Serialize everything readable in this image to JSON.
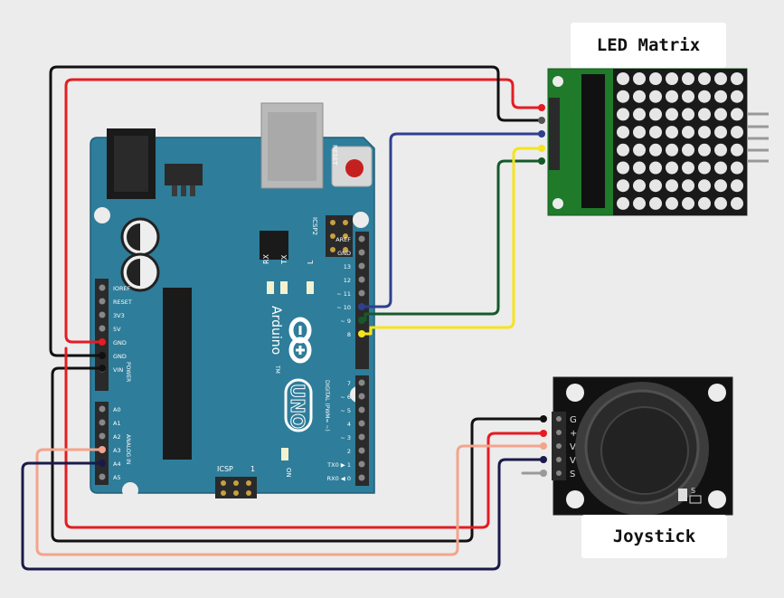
{
  "labels": {
    "led_matrix": "LED Matrix",
    "joystick": "Joystick"
  },
  "arduino": {
    "reset": "RESET",
    "icsp2": "ICSP2",
    "icsp": "ICSP",
    "rx": "RX",
    "tx": "TX",
    "l": "L",
    "on": "ON",
    "logo": "Arduino",
    "model": "UNO",
    "tm": "TM",
    "power_header": "POWER",
    "analog_header": "ANALOG IN",
    "digital_header": "DIGITAL (PWM= ~)",
    "power_pins": [
      "IOREF",
      "RESET",
      "3V3",
      "5V",
      "GND",
      "GND",
      "VIN"
    ],
    "analog_pins": [
      "A0",
      "A1",
      "A2",
      "A3",
      "A4",
      "A5"
    ],
    "digital_top": [
      "AREF",
      "GND",
      "13",
      "12",
      "~ 11",
      "~ 10",
      "~ 9",
      "8"
    ],
    "digital_bottom": [
      "7",
      "~ 6",
      "~ 5",
      "4",
      "~ 3",
      "2",
      "TX0 ▶ 1",
      "RX0 ◀ 0"
    ],
    "icsp_marker": "1"
  },
  "joystick_pins": [
    "G",
    "+",
    "V",
    "V",
    "S"
  ],
  "joystick_mark": "S",
  "colors": {
    "background": "#ececec",
    "board": "#2e7d9a",
    "board_dark": "#1e5f78",
    "matrix_pcb": "#1f7a2a",
    "wire_red": "#e41c23",
    "wire_black": "#111111",
    "wire_blue": "#2e3f8f",
    "wire_green": "#16592a",
    "wire_yellow": "#f5e41c",
    "wire_salmon": "#f4a48c",
    "wire_navy": "#1a1a4a"
  }
}
